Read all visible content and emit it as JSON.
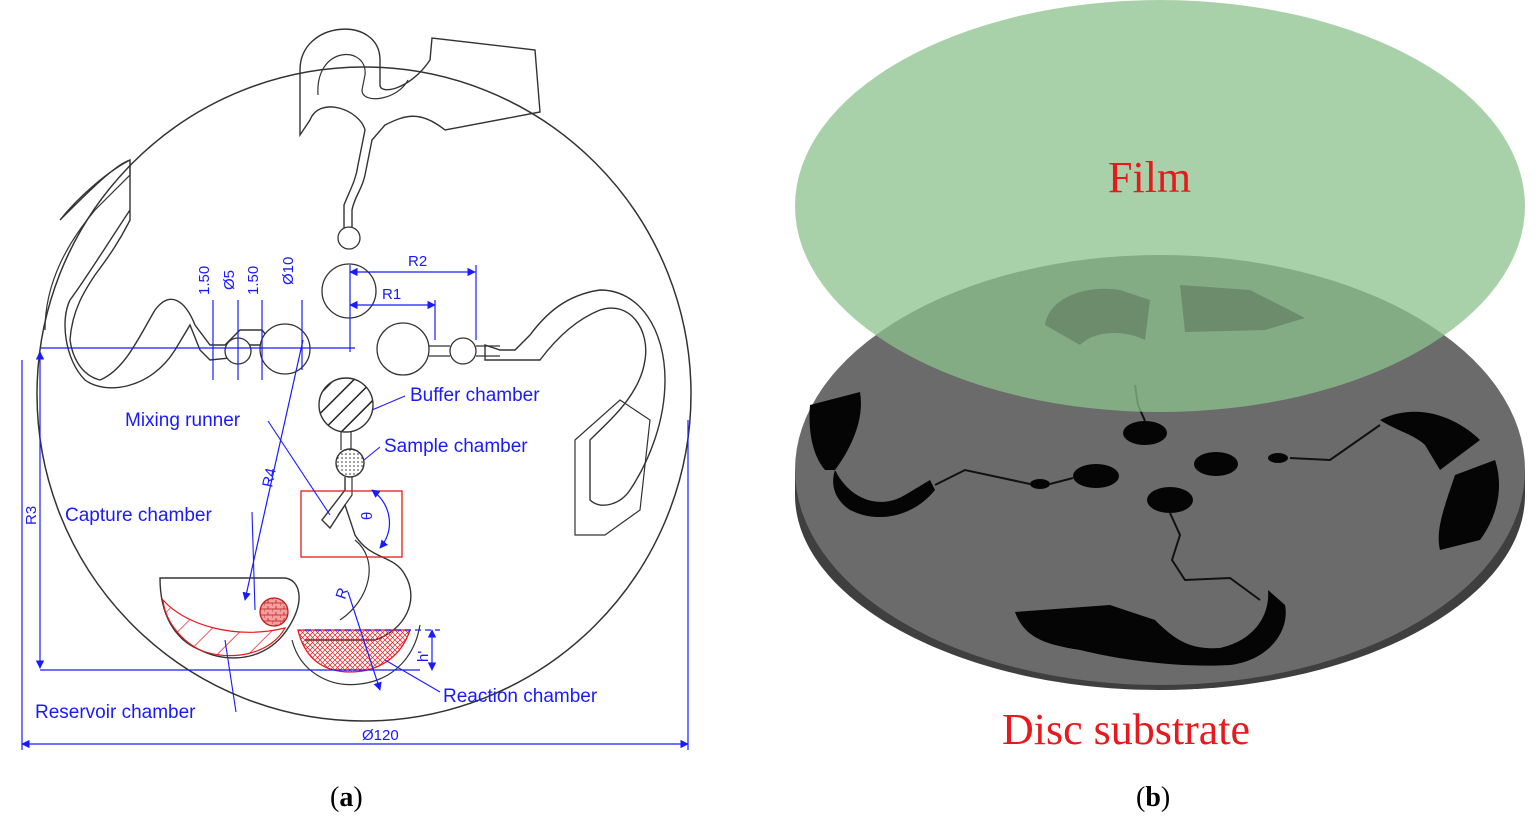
{
  "panel_a": {
    "caption_open": "(",
    "caption_letter": "a",
    "caption_close": ")",
    "dimensions": {
      "d1_50_left": "1.50",
      "d5": "Ø5",
      "d1_50_right": "1.50",
      "d10": "Ø10",
      "r2": "R2",
      "r1": "R1",
      "r3": "R3",
      "r4": "R4",
      "r": "R",
      "theta": "θ",
      "h": "h'",
      "d120": "Ø120"
    },
    "labels": {
      "buffer_chamber": "Buffer chamber",
      "mixing_runner": "Mixing runner",
      "sample_chamber": "Sample chamber",
      "capture_chamber": "Capture chamber",
      "reservoir_chamber": "Reservoir chamber",
      "reaction_chamber": "Reaction chamber"
    }
  },
  "panel_b": {
    "caption_open": "(",
    "caption_letter": "b",
    "caption_close": ")",
    "film_label": "Film",
    "disc_label": "Disc substrate"
  },
  "colors": {
    "dimension_blue": "#1a1aff",
    "highlight_red": "#e8191c",
    "film_green": "#9ccc9c",
    "disc_gray": "#6b6b6b"
  }
}
